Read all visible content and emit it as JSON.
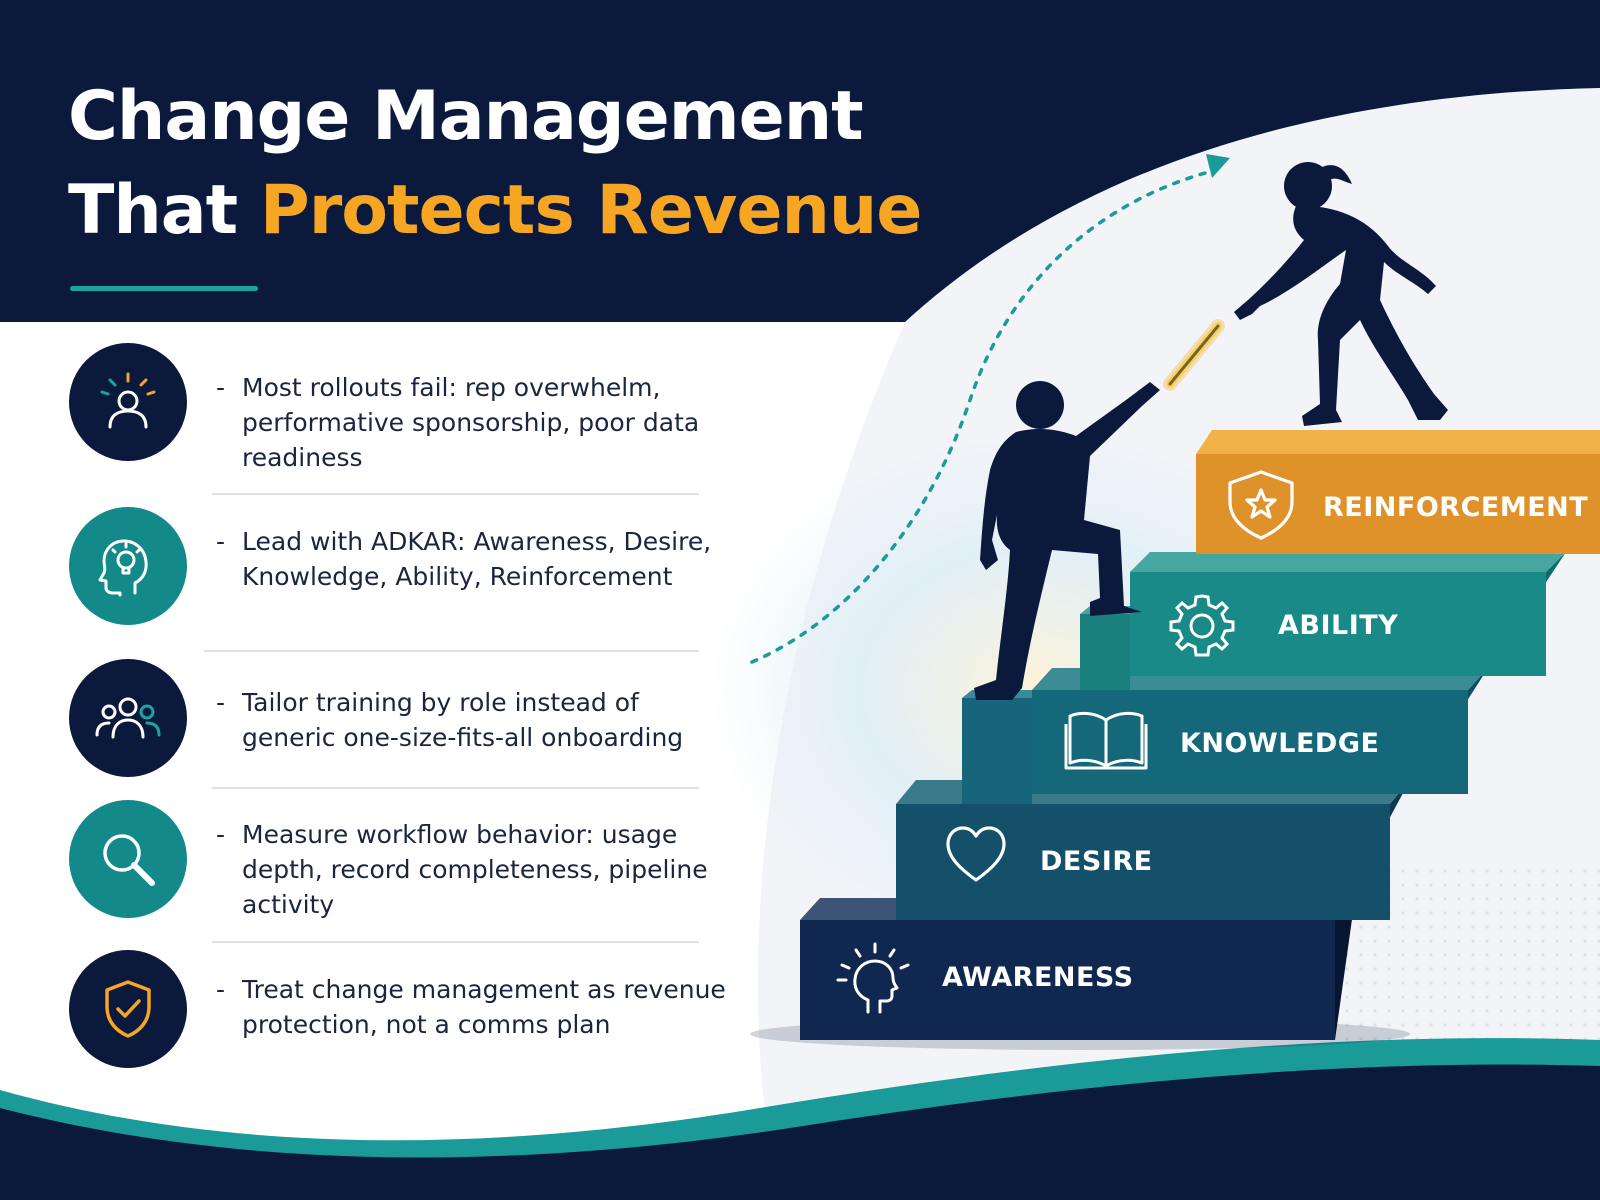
{
  "header": {
    "title_line1": "Change Management",
    "title_line2_plain": "That",
    "title_line2_accent": "Protects Revenue"
  },
  "bullets": [
    {
      "icon": "idea-person-icon",
      "dash": "-",
      "text": "Most rollouts fail: rep overwhelm, performative sponsorship, poor data readiness"
    },
    {
      "icon": "lightbulb-head-icon",
      "dash": "-",
      "text": "Lead with ADKAR: Awareness, Desire, Knowledge, Ability, Reinforcement"
    },
    {
      "icon": "team-icon",
      "dash": "-",
      "text": "Tailor training by role instead of generic one-size-fits-all onboarding"
    },
    {
      "icon": "magnifier-icon",
      "dash": "-",
      "text": "Measure workflow behavior: usage depth, record completeness, pipeline activity"
    },
    {
      "icon": "shield-check-icon",
      "dash": "-",
      "text": "Treat change management as revenue protection, not a comms plan"
    }
  ],
  "steps": [
    {
      "label": "AWARENESS",
      "icon": "awareness-head-icon"
    },
    {
      "label": "DESIRE",
      "icon": "heart-icon"
    },
    {
      "label": "KNOWLEDGE",
      "icon": "book-icon"
    },
    {
      "label": "ABILITY",
      "icon": "gear-icon"
    },
    {
      "label": "REINFORCEMENT",
      "icon": "shield-star-icon"
    }
  ],
  "colors": {
    "navy": "#0b1a3c",
    "teal": "#14898a",
    "orange": "#e8972a",
    "accent_text": "#f6a623"
  }
}
